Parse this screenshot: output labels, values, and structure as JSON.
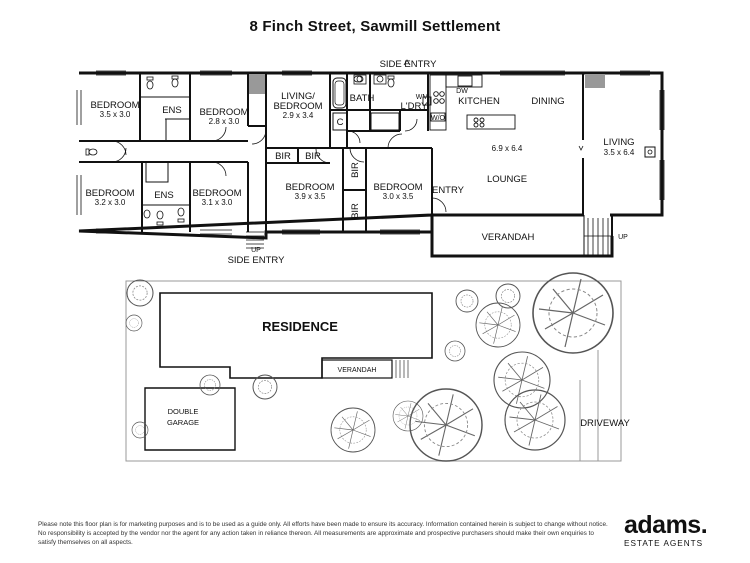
{
  "title": "8 Finch Street, Sawmill Settlement",
  "floor_plan": {
    "rooms": [
      {
        "id": "bed1",
        "name": "BEDROOM",
        "size": "3.5 x 3.0"
      },
      {
        "id": "ens1",
        "name": "ENS"
      },
      {
        "id": "bed2",
        "name": "BEDROOM",
        "size": "2.8 x 3.0"
      },
      {
        "id": "living1",
        "name": "LIVING/",
        "name2": "BEDROOM",
        "size": "2.9 x 3.4"
      },
      {
        "id": "bath",
        "name": "BATH"
      },
      {
        "id": "laundry",
        "name": "L'DRY"
      },
      {
        "id": "kitchen",
        "name": "KITCHEN"
      },
      {
        "id": "dining",
        "name": "DINING"
      },
      {
        "id": "living2",
        "name": "LIVING",
        "size": "3.5 x 6.4"
      },
      {
        "id": "bed3",
        "name": "BEDROOM",
        "size": "3.2 x 3.0"
      },
      {
        "id": "ens2",
        "name": "ENS"
      },
      {
        "id": "bed4",
        "name": "BEDROOM",
        "size": "3.1 x 3.0"
      },
      {
        "id": "bed5",
        "name": "BEDROOM",
        "size": "3.9 x 3.5"
      },
      {
        "id": "bed6",
        "name": "BEDROOM",
        "size": "3.0 x 3.5"
      },
      {
        "id": "lounge",
        "name": "LOUNGE",
        "size": "6.9 x 6.4"
      },
      {
        "id": "entry",
        "name": "ENTRY"
      },
      {
        "id": "verandah",
        "name": "VERANDAH"
      }
    ],
    "fixtures": {
      "bir": "BIR",
      "cupboard": "C",
      "wm": "WM",
      "dw": "DW",
      "wo": "W/O",
      "up": "UP"
    },
    "side_entry_labels": [
      "SIDE ENTRY",
      "SIDE ENTRY"
    ]
  },
  "site_plan": {
    "residence": "RESIDENCE",
    "verandah": "VERANDAH",
    "garage_line1": "DOUBLE",
    "garage_line2": "GARAGE",
    "driveway": "DRIVEWAY"
  },
  "disclaimer": "Please note this floor plan is for marketing purposes and is to be used as a guide only. All efforts have been made to ensure its accuracy. Information contained herein is subject to change without notice. No responsibility is accepted by the vendor nor the agent for any action taken in reliance thereon. All measurements are approximate and prospective purchasers should make their own enquiries to satisfy themselves on all aspects.",
  "brand": {
    "name": "adams.",
    "tagline": "ESTATE AGENTS"
  }
}
